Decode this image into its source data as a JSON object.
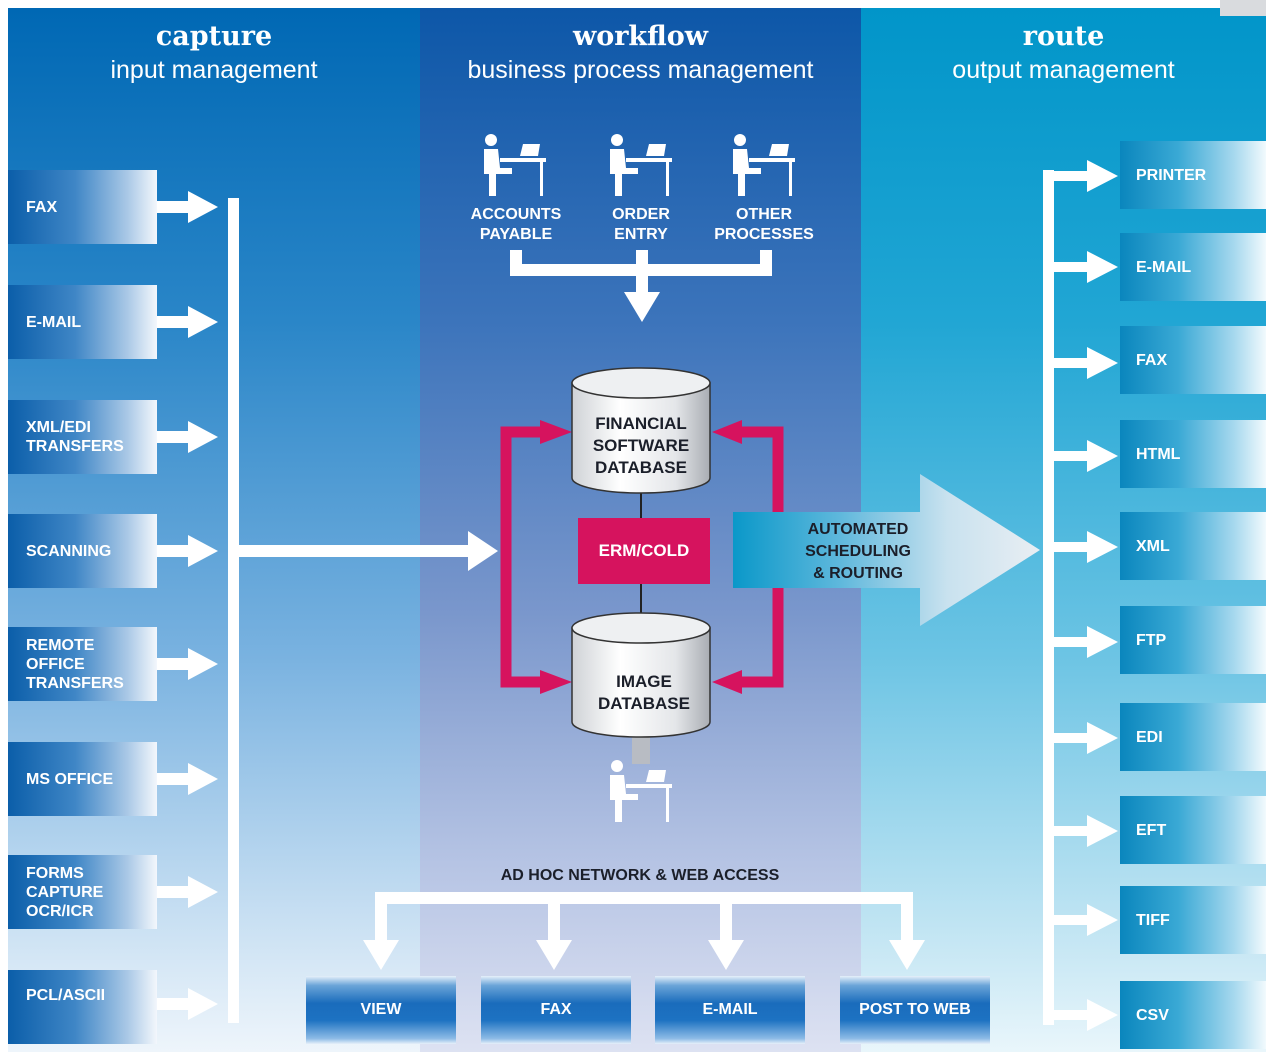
{
  "sections": {
    "capture": {
      "title": "capture",
      "subtitle": "input management"
    },
    "workflow": {
      "title": "workflow",
      "subtitle": "business process management"
    },
    "route": {
      "title": "route",
      "subtitle": "output management"
    }
  },
  "inputs": [
    "FAX",
    "E-MAIL",
    "XML/EDI\nTRANSFERS",
    "SCANNING",
    "REMOTE\nOFFICE\nTRANSFERS",
    "MS OFFICE",
    "FORMS\nCAPTURE\nOCR/ICR",
    "PCL/ASCII"
  ],
  "processes": [
    "ACCOUNTS\nPAYABLE",
    "ORDER\nENTRY",
    "OTHER\nPROCESSES"
  ],
  "databases": {
    "financial": "FINANCIAL\nSOFTWARE\nDATABASE",
    "image": "IMAGE\nDATABASE"
  },
  "erm_cold": "ERM/COLD",
  "scheduling": "AUTOMATED\nSCHEDULING\n& ROUTING",
  "adhoc_label": "AD HOC NETWORK & WEB ACCESS",
  "access_outputs": [
    "VIEW",
    "FAX",
    "E-MAIL",
    "POST TO WEB"
  ],
  "outputs": [
    "PRINTER",
    "E-MAIL",
    "FAX",
    "HTML",
    "XML",
    "FTP",
    "EDI",
    "EFT",
    "TIFF",
    "CSV"
  ],
  "colors": {
    "capture": "#0068b4",
    "workflow": "#0d57a8",
    "route": "#0195c9",
    "accent_magenta": "#d6135e",
    "arrow_white": "#ffffff"
  },
  "icons": {
    "worker": "person-at-computer-icon",
    "database": "database-cylinder-icon"
  }
}
